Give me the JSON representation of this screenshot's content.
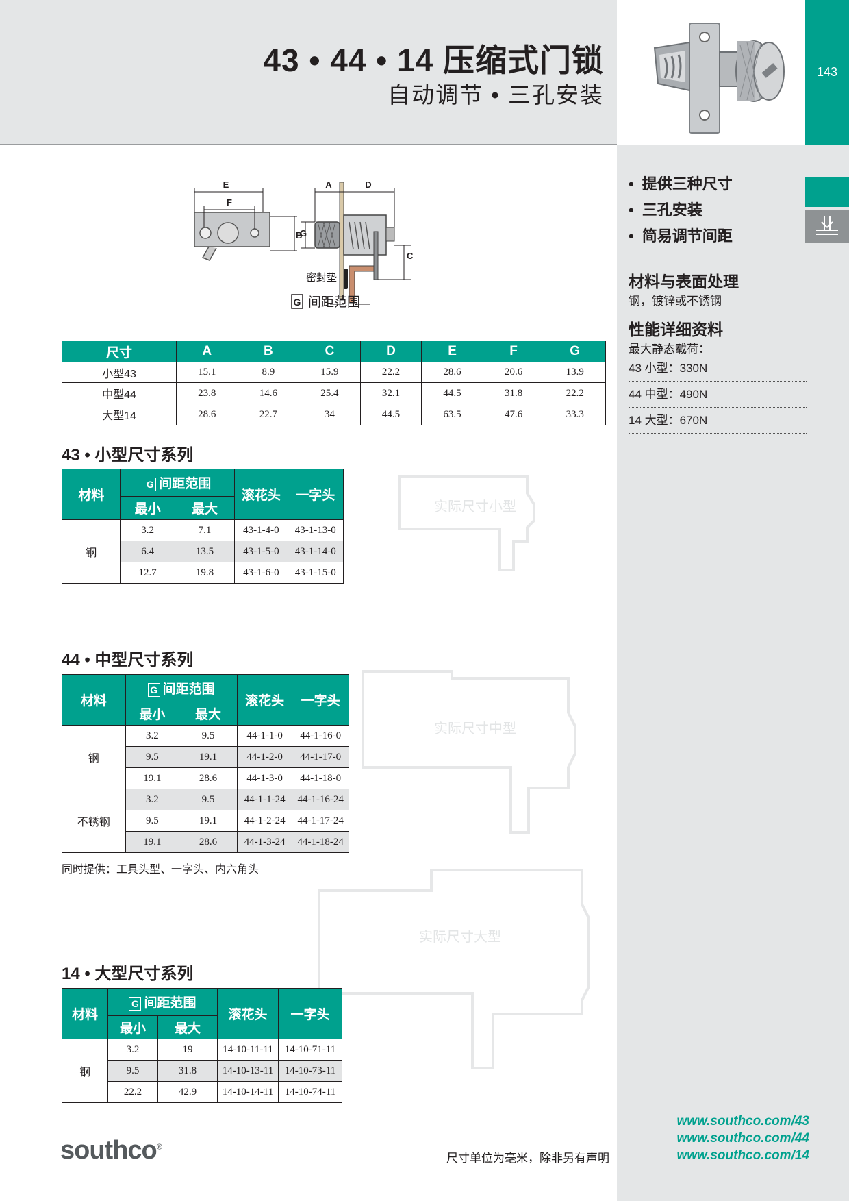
{
  "header": {
    "title": "43 • 44 • 14 压缩式门锁",
    "subtitle": "自动调节 • 三孔安装",
    "page_number": "143"
  },
  "diagram": {
    "labels": {
      "E": "E",
      "F": "F",
      "G": "G",
      "A": "A",
      "B": "B",
      "C": "C",
      "D": "D"
    },
    "gasket": "密封垫",
    "grip_badge": "G",
    "grip_range": "间距范围"
  },
  "dim_table": {
    "headers": [
      "尺寸",
      "A",
      "B",
      "C",
      "D",
      "E",
      "F",
      "G"
    ],
    "rows": [
      [
        "小型43",
        "15.1",
        "8.9",
        "15.9",
        "22.2",
        "28.6",
        "20.6",
        "13.9"
      ],
      [
        "中型44",
        "23.8",
        "14.6",
        "25.4",
        "32.1",
        "44.5",
        "31.8",
        "22.2"
      ],
      [
        "大型14",
        "28.6",
        "22.7",
        "34",
        "44.5",
        "63.5",
        "47.6",
        "33.3"
      ]
    ]
  },
  "series_common": {
    "material": "材料",
    "grip_badge": "G",
    "grip_range": "间距范围",
    "min": "最小",
    "max": "最大",
    "knurled": "滚花头",
    "slotted": "一字头"
  },
  "small": {
    "title": "43 • 小型尺寸系列",
    "ghost": "实际尺寸小型",
    "material": "钢",
    "rows": [
      [
        "3.2",
        "7.1",
        "43-1-4-0",
        "43-1-13-0"
      ],
      [
        "6.4",
        "13.5",
        "43-1-5-0",
        "43-1-14-0"
      ],
      [
        "12.7",
        "19.8",
        "43-1-6-0",
        "43-1-15-0"
      ]
    ]
  },
  "medium": {
    "title": "44 • 中型尺寸系列",
    "ghost": "实际尺寸中型",
    "material_1": "钢",
    "material_2": "不锈钢",
    "rows": [
      [
        "3.2",
        "9.5",
        "44-1-1-0",
        "44-1-16-0"
      ],
      [
        "9.5",
        "19.1",
        "44-1-2-0",
        "44-1-17-0"
      ],
      [
        "19.1",
        "28.6",
        "44-1-3-0",
        "44-1-18-0"
      ],
      [
        "3.2",
        "9.5",
        "44-1-1-24",
        "44-1-16-24"
      ],
      [
        "9.5",
        "19.1",
        "44-1-2-24",
        "44-1-17-24"
      ],
      [
        "19.1",
        "28.6",
        "44-1-3-24",
        "44-1-18-24"
      ]
    ],
    "note": "同时提供：工具头型、一字头、内六角头"
  },
  "large": {
    "title": "14 • 大型尺寸系列",
    "ghost": "实际尺寸大型",
    "material": "钢",
    "rows": [
      [
        "3.2",
        "19",
        "14-10-11-11",
        "14-10-71-11"
      ],
      [
        "9.5",
        "31.8",
        "14-10-13-11",
        "14-10-73-11"
      ],
      [
        "22.2",
        "42.9",
        "14-10-14-11",
        "14-10-74-11"
      ]
    ]
  },
  "sidebar": {
    "bullets": [
      "提供三种尺寸",
      "三孔安装",
      "简易调节间距"
    ],
    "material_heading": "材料与表面处理",
    "material_text": "钢，镀锌或不锈钢",
    "perf_heading": "性能详细资料",
    "load_label": "最大静态载荷：",
    "loads": [
      "43 小型：330N",
      "44 中型：490N",
      "14 大型：670N"
    ]
  },
  "footer": {
    "logo": "southco",
    "logo_mark": "®",
    "note": "尺寸单位为毫米，除非另有声明",
    "urls": [
      "www.southco.com/43",
      "www.southco.com/44",
      "www.southco.com/14"
    ]
  },
  "colors": {
    "accent": "#00a18e",
    "band": "#e4e6e7",
    "text": "#231f20"
  }
}
